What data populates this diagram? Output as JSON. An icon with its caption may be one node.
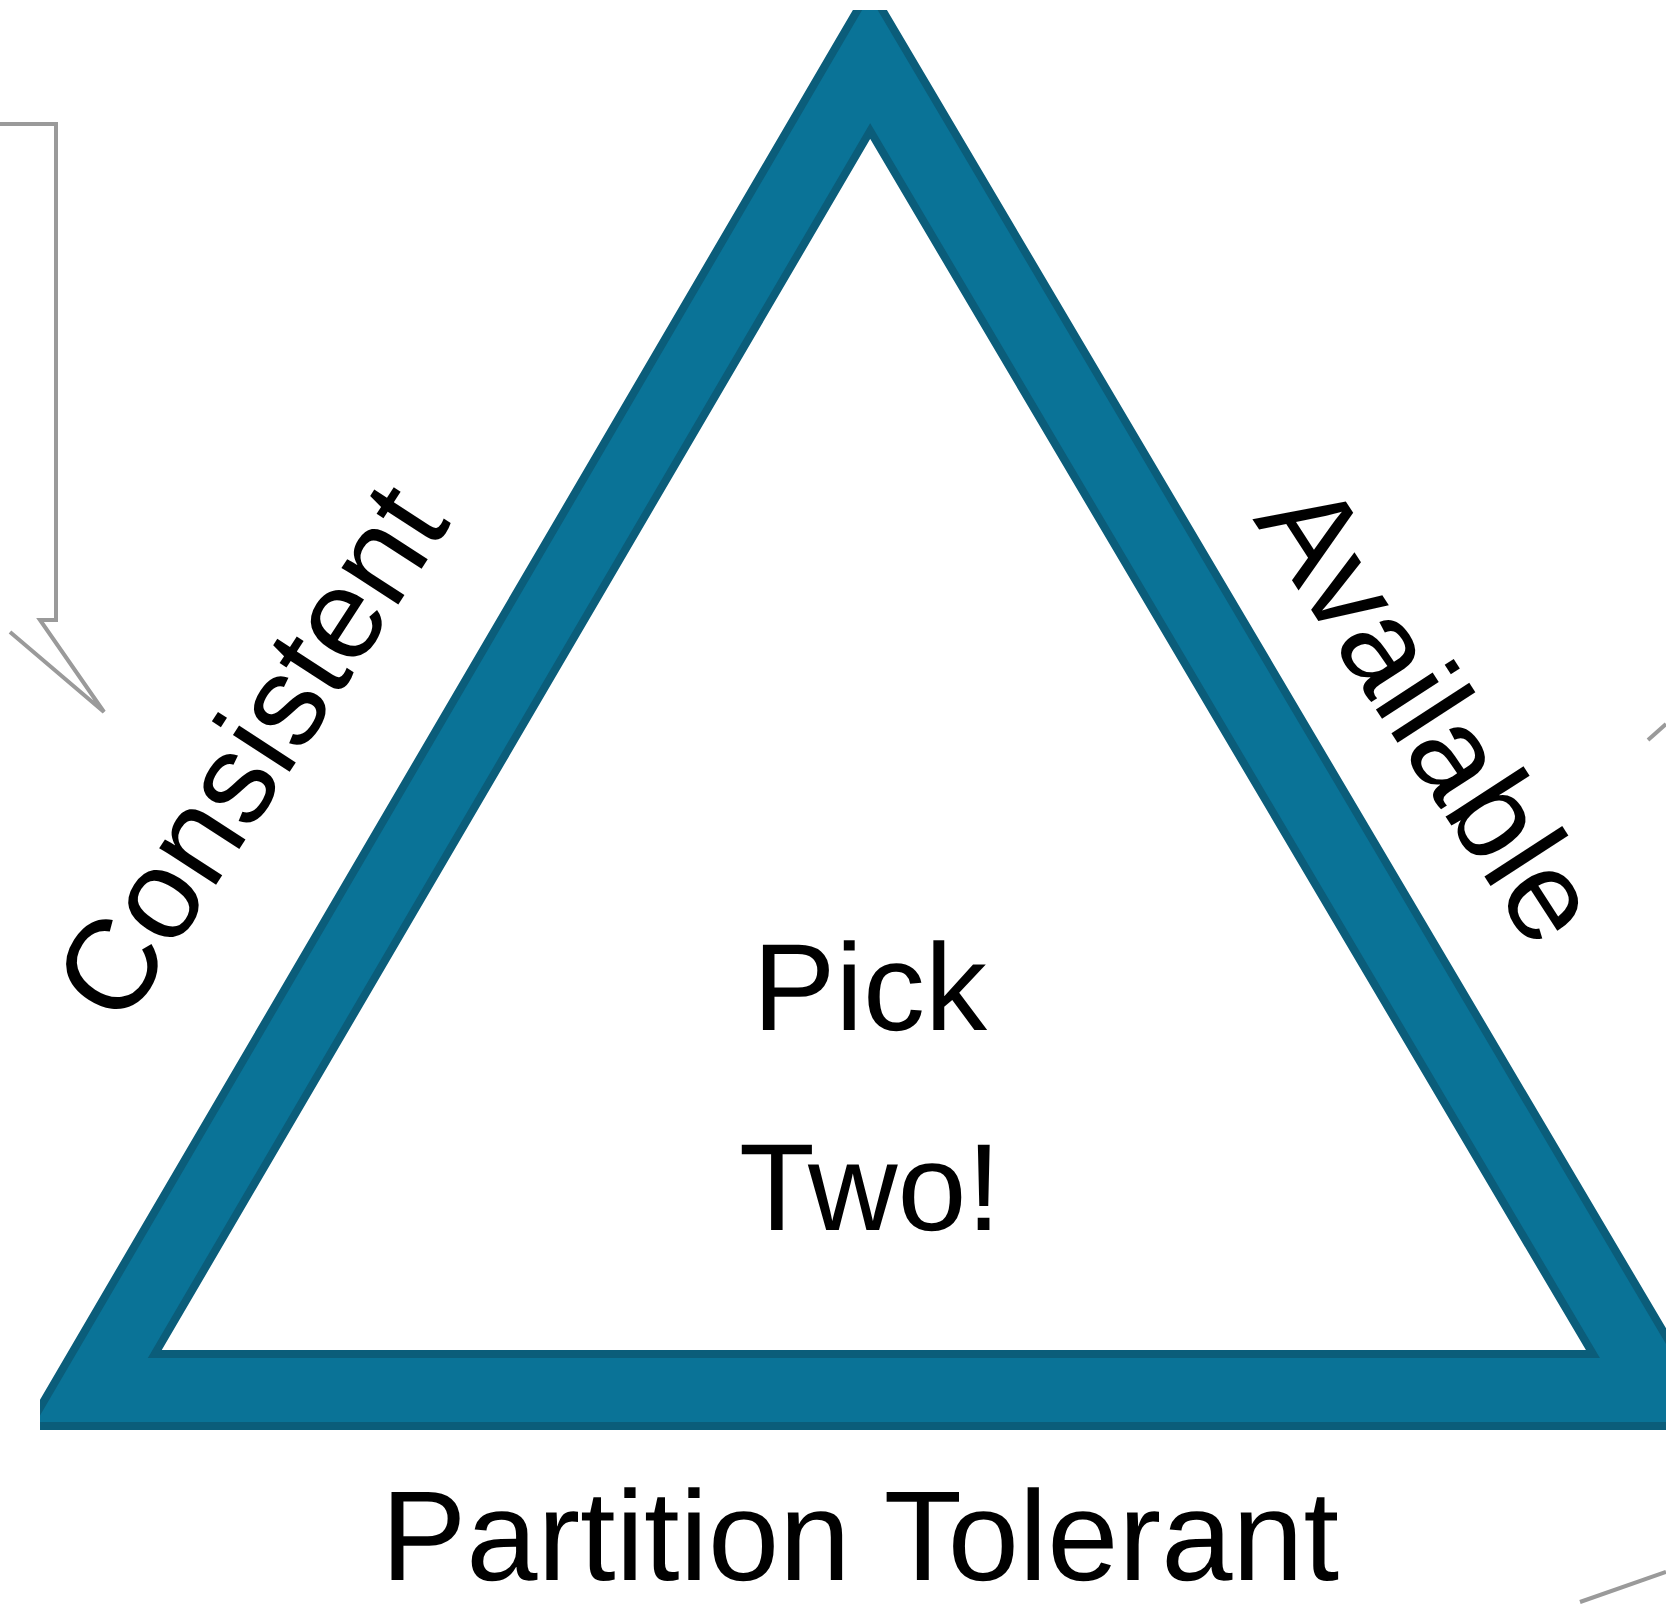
{
  "diagram": {
    "nodes": [
      {
        "text": [
          "Pick Two!"
        ]
      }
    ],
    "labels": [
      "Consistent",
      "Available",
      "Partition Tolerant"
    ]
  }
}
